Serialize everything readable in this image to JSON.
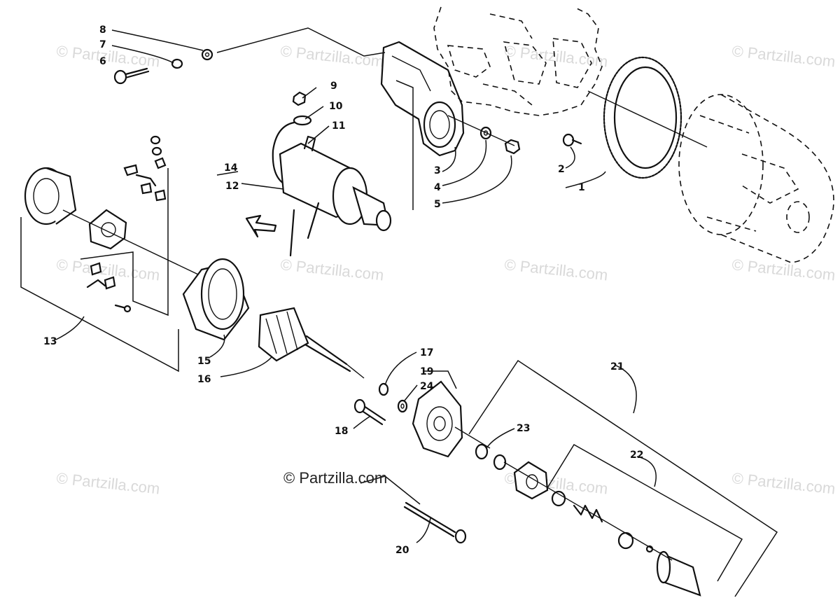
{
  "watermark": "© Partzilla.com",
  "credit": "© Partzilla.com",
  "callouts": [
    "1",
    "2",
    "3",
    "4",
    "5",
    "6",
    "7",
    "8",
    "9",
    "10",
    "11",
    "12",
    "13",
    "14",
    "15",
    "16",
    "17",
    "18",
    "19",
    "20",
    "21",
    "22",
    "23",
    "24"
  ]
}
